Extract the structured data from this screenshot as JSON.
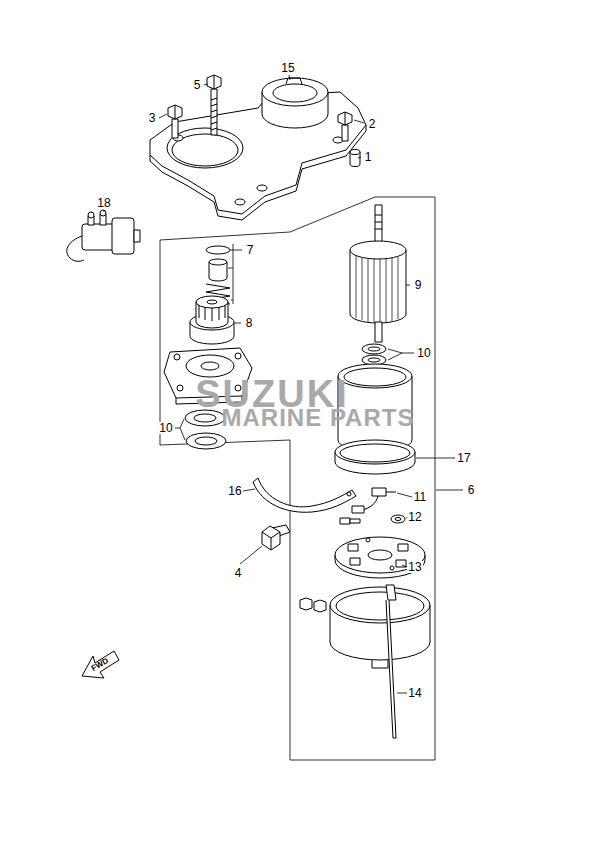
{
  "diagram": {
    "labels": [
      "15",
      "5",
      "3",
      "2",
      "1",
      "18",
      "7",
      "9",
      "8",
      "10",
      "SUZUKI",
      "MARINE PARTS",
      "10",
      "17",
      "16",
      "11",
      "6",
      "12",
      "4",
      "13",
      "14",
      "FWD"
    ]
  }
}
